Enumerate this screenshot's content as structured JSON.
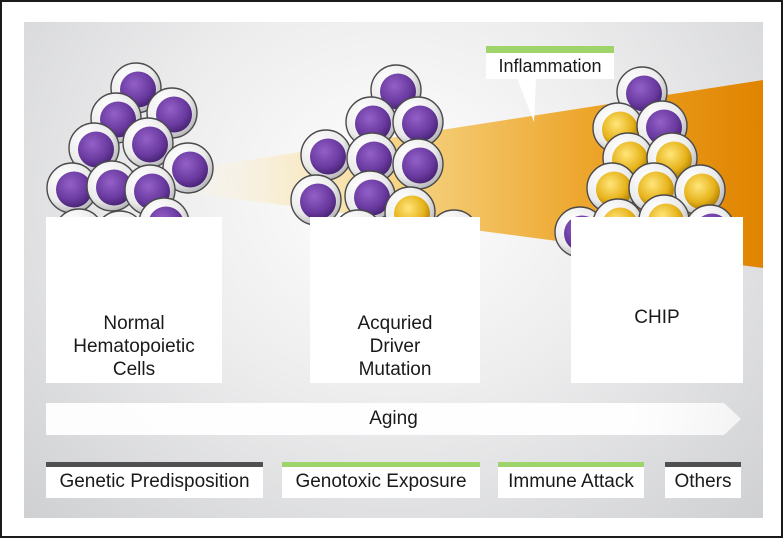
{
  "inflammation_label": "Inflammation",
  "stages": [
    {
      "label": "Normal\nHematopoietic\nCells"
    },
    {
      "label": "Acquried\nDriver\nMutation"
    },
    {
      "label": "CHIP"
    }
  ],
  "aging_label": "Aging",
  "factors": [
    {
      "label": "Genetic Predisposition",
      "bar_color": "#505050"
    },
    {
      "label": "Genotoxic Exposure",
      "bar_color": "#9fd46a"
    },
    {
      "label": "Immune Attack",
      "bar_color": "#9fd46a"
    },
    {
      "label": "Others",
      "bar_color": "#505050"
    }
  ],
  "colors": {
    "normal_nucleus": "#6a3aa0",
    "mutant_nucleus": "#e6b21a",
    "cone_light": "#fbf2d8",
    "cone_dark": "#e58a00",
    "accent_green": "#9fd46a"
  }
}
